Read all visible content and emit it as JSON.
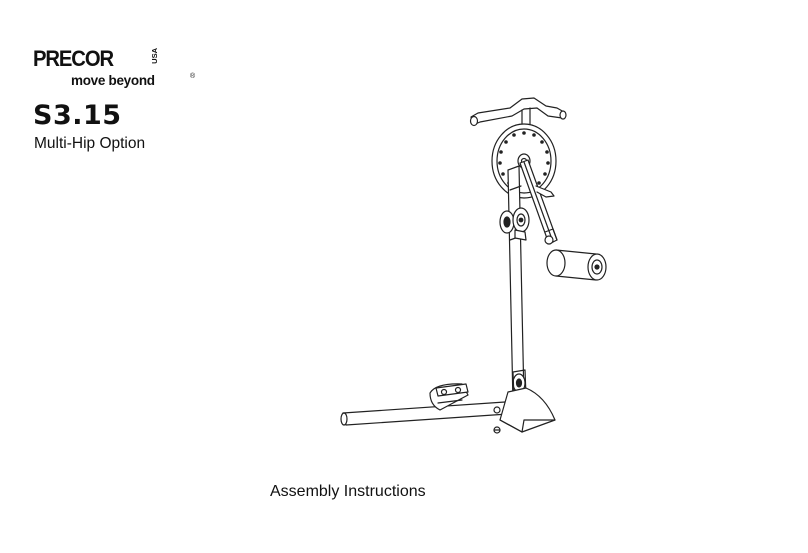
{
  "brand": {
    "name": "PRECOR",
    "sub": "USA",
    "tagline": "move beyond",
    "registered_mark": "®"
  },
  "model": "S3.15",
  "product_name": "Multi-Hip Option",
  "document_type": "Assembly Instructions"
}
